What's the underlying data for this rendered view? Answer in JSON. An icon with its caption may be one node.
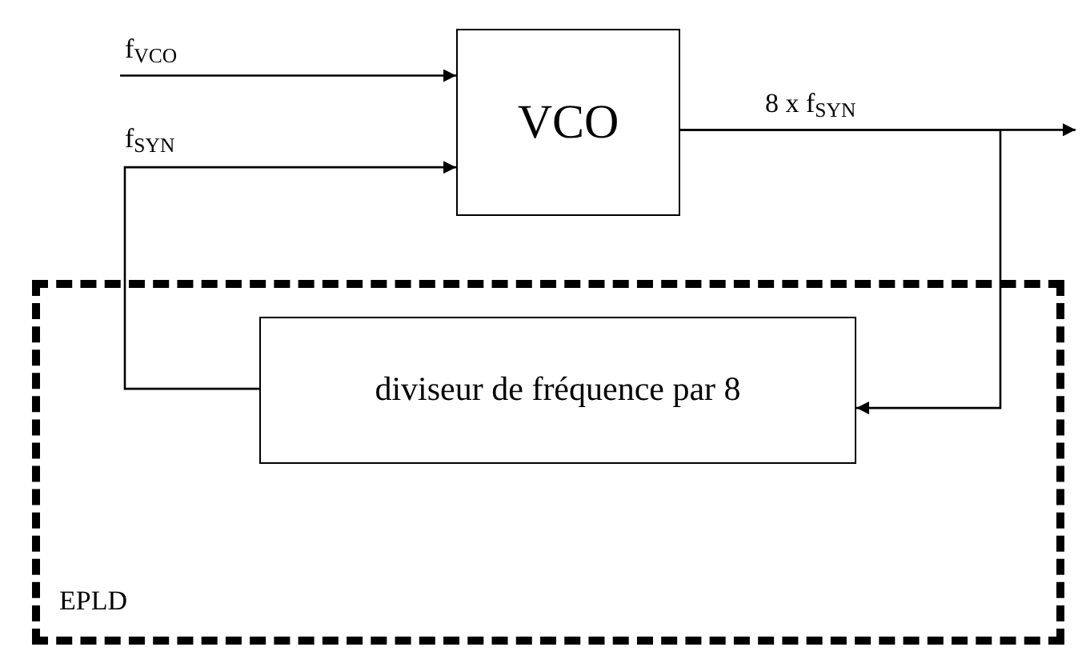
{
  "diagram": {
    "nodes": [
      {
        "text": [
          "EPLD"
        ]
      },
      {
        "text": [
          "VCO"
        ]
      },
      {
        "text": [
          "diviseur de fréquence par 8"
        ],
        "in": 0
      }
    ],
    "edges": [
      {
        "from": null,
        "to": 1,
        "arrow": "to",
        "label": "f$_{VCO}$"
      },
      {
        "from": 2,
        "to": 1,
        "arrow": "to",
        "label": "f$_{SYN}$"
      },
      {
        "from": 1,
        "to": null,
        "arrow": "to",
        "label": "8 x f$_{SYN}$"
      },
      {
        "from": 1,
        "to": 2,
        "arrow": "to"
      }
    ]
  }
}
